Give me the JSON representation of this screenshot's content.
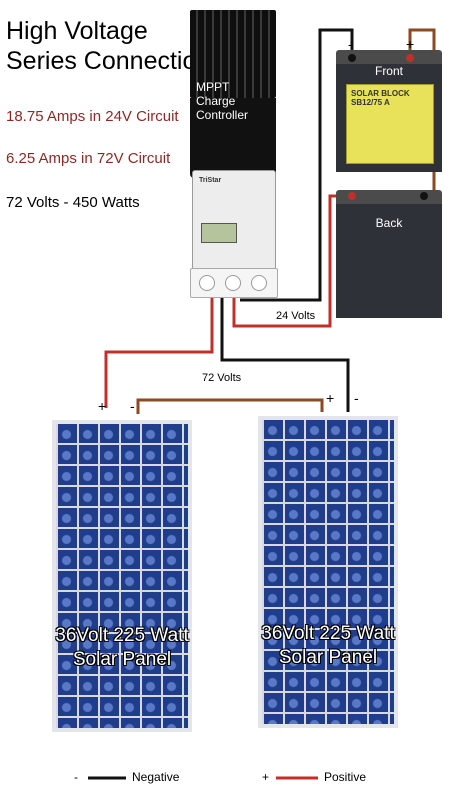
{
  "title": {
    "line1": "High Voltage",
    "line2": "Series Connection"
  },
  "specs": {
    "amps_24v": "18.75 Amps in 24V Circuit",
    "amps_72v": "6.25 Amps in 72V Circuit",
    "volts_watts": "72 Volts - 450 Watts"
  },
  "controller": {
    "label": "MPPT Charge Controller",
    "brand": "TriStar"
  },
  "batteries": {
    "front": {
      "caption": "Front",
      "label": "SOLAR BLOCK SB12/75 A"
    },
    "back": {
      "caption": "Back"
    }
  },
  "wires": {
    "battery_voltage": "24 Volts",
    "array_voltage": "72 Volts"
  },
  "terminals": {
    "positive": "+",
    "negative": "-"
  },
  "panels": {
    "left": {
      "line1": "36Volt 225 Watt",
      "line2": "Solar Panel"
    },
    "right": {
      "line1": "36Volt 225 Watt",
      "line2": "Solar Panel"
    }
  },
  "legend": {
    "negative": {
      "symbol": "-",
      "label": "Negative",
      "color": "#111111"
    },
    "positive": {
      "symbol": "+",
      "label": "Positive",
      "color": "#c0302b"
    }
  },
  "colors": {
    "negative_wire": "#111111",
    "positive_wire": "#c0302b",
    "series_wire": "#8a4a22"
  }
}
